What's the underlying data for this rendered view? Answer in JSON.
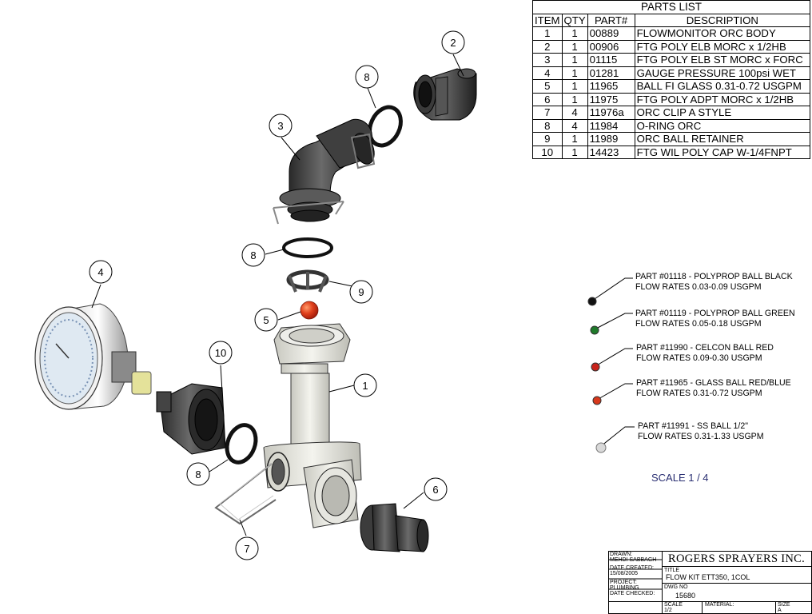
{
  "parts_list": {
    "title": "PARTS LIST",
    "headers": [
      "ITEM",
      "QTY",
      "PART#",
      "DESCRIPTION"
    ],
    "rows": [
      {
        "item": "1",
        "qty": "1",
        "part": "00889",
        "description": "FLOWMONITOR ORC BODY"
      },
      {
        "item": "2",
        "qty": "1",
        "part": "00906",
        "description": "FTG POLY ELB MORC x 1/2HB"
      },
      {
        "item": "3",
        "qty": "1",
        "part": "01115",
        "description": "FTG POLY ELB ST MORC x FORC"
      },
      {
        "item": "4",
        "qty": "1",
        "part": "01281",
        "description": "GAUGE PRESSURE 100psi WET"
      },
      {
        "item": "5",
        "qty": "1",
        "part": "11965",
        "description": "BALL FI GLASS 0.31-0.72 USGPM"
      },
      {
        "item": "6",
        "qty": "1",
        "part": "11975",
        "description": "FTG POLY ADPT MORC x 1/2HB"
      },
      {
        "item": "7",
        "qty": "4",
        "part": "11976a",
        "description": "ORC CLIP A STYLE"
      },
      {
        "item": "8",
        "qty": "4",
        "part": "11984",
        "description": "O-RING ORC"
      },
      {
        "item": "9",
        "qty": "1",
        "part": "11989",
        "description": "ORC BALL RETAINER"
      },
      {
        "item": "10",
        "qty": "1",
        "part": "14423",
        "description": "FTG WIL POLY CAP W-1/4FNPT"
      }
    ]
  },
  "balloons": {
    "b1": "1",
    "b2": "2",
    "b3": "3",
    "b4": "4",
    "b5": "5",
    "b6": "6",
    "b7": "7",
    "b8a": "8",
    "b8b": "8",
    "b8c": "8",
    "b9": "9",
    "b10": "10"
  },
  "ball_notes": [
    {
      "line1": "PART #01118 - POLYPROP BALL BLACK",
      "line2": "FLOW RATES 0.03-0.09 USGPM",
      "color": "#111111"
    },
    {
      "line1": "PART #01119 - POLYPROP BALL GREEN",
      "line2": "FLOW RATES 0.05-0.18 USGPM",
      "color": "#1f7a2a"
    },
    {
      "line1": "PART #11990 - CELCON BALL RED",
      "line2": "FLOW RATES 0.09-0.30 USGPM",
      "color": "#c8231b"
    },
    {
      "line1": "PART #11965 - GLASS BALL RED/BLUE",
      "line2": "FLOW RATES 0.31-0.72 USGPM",
      "color": "#d8381c"
    },
    {
      "line1": "PART #11991 - SS BALL 1/2\"",
      "line2": "FLOW RATES 0.31-1.33 USGPM",
      "color": "#d9d9d9"
    }
  ],
  "scale_note": "SCALE 1 / 4",
  "title_block": {
    "drawn_label": "DRAWN:",
    "drawn_value": "MEHDI SABBAGH",
    "date_created_label": "DATE CREATED:",
    "date_created_value": "15/08/2005",
    "project_label": "PROJECT:",
    "project_value": "PLUMBING",
    "date_checked_label": "DATE CHECKED:",
    "company": "ROGERS SPRAYERS INC.",
    "title_label": "TITLE",
    "title_value": "FLOW KIT ETT350, 1COL",
    "dwg_no_label": "DWG NO",
    "dwg_no_value": "15680",
    "scale_label": "SCALE",
    "scale_value": "1/2",
    "material_label": "MATERIAL:",
    "size_label": "SIZE",
    "size_value": "A"
  }
}
